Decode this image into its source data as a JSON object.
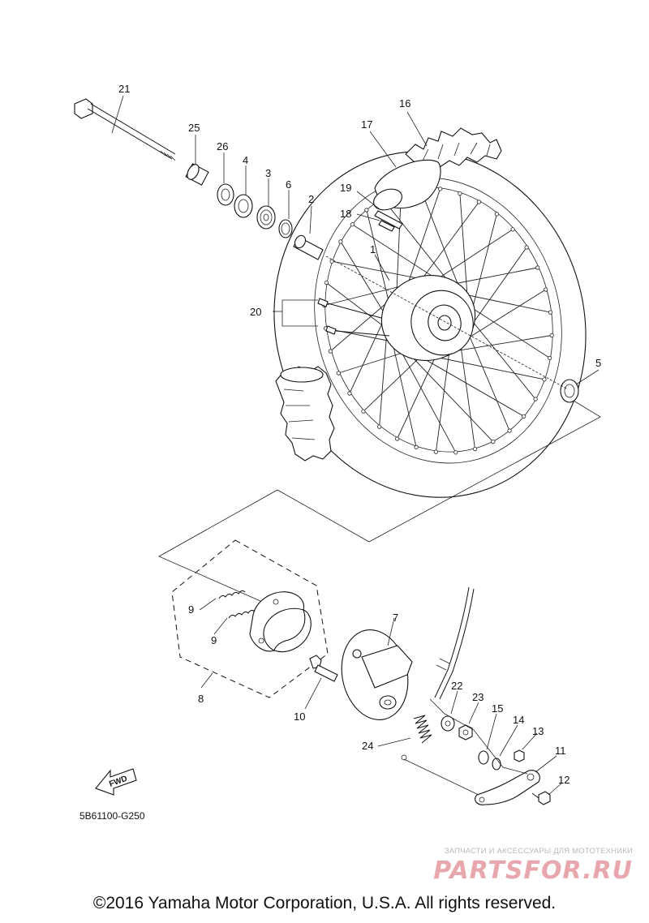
{
  "callouts": {
    "c1": "1",
    "c2": "2",
    "c3": "3",
    "c4": "4",
    "c5": "5",
    "c6": "6",
    "c7": "7",
    "c8": "8",
    "c9a": "9",
    "c9b": "9",
    "c10": "10",
    "c11": "11",
    "c12": "12",
    "c13": "13",
    "c14": "14",
    "c15": "15",
    "c16": "16",
    "c17": "17",
    "c18": "18",
    "c19": "19",
    "c20": "20",
    "c21": "21",
    "c22": "22",
    "c23": "23",
    "c24": "24",
    "c25": "25",
    "c26": "26"
  },
  "fwd_label": "FWD",
  "diagram_code": "5B61100-G250",
  "watermark": {
    "tagline": "ЗАПЧАСТИ И АКСЕССУАРЫ ДЛЯ МОТОТЕХНИКИ",
    "logo": "PARTSFOR.RU"
  },
  "copyright": "©2016 Yamaha Motor Corporation, U.S.A. All rights reserved."
}
